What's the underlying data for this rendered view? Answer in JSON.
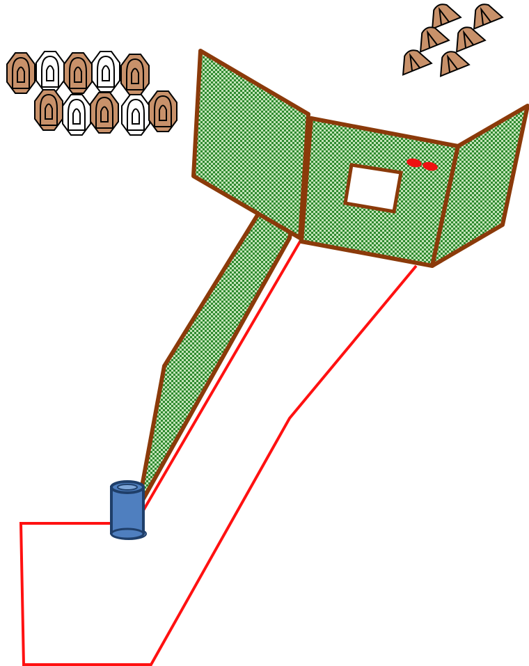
{
  "diagram": {
    "kind": "shooting-stage-layout",
    "colors": {
      "background": "#ffffff",
      "boundary_line": "#ff1111",
      "wall_border": "#8b3a0a",
      "wall_fill_light": "#c2e4b8",
      "wall_fill_dark": "#2f8a2f",
      "paper_target_fill": "#c8916a",
      "no_shoot_fill": "#ffffff",
      "target_outline": "#000000",
      "barrel_fill": "#4f7fbf",
      "barrel_outline": "#1f3f6a",
      "marker": "#ee1111"
    },
    "icons": {
      "paper_targets": "octagon-target-icon",
      "no_shoot_targets": "no-shoot-target-icon",
      "steel_targets": "popper-steel-icon",
      "start_barrel": "barrel-icon",
      "port": "window-port-icon",
      "fault_line": "fault-line"
    },
    "target_groups": [
      {
        "name": "paper-target-array",
        "paper_count": 6,
        "no_shoot_count": 4
      },
      {
        "name": "steel-target-cluster",
        "steel_count": 6
      }
    ]
  }
}
